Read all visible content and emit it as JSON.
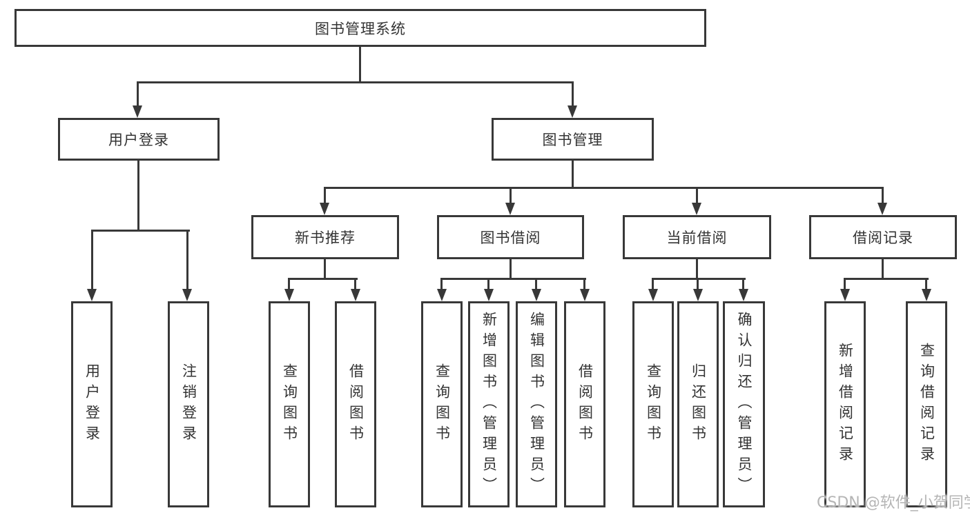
{
  "tree": {
    "root": {
      "label": "图书管理系统"
    },
    "branches": [
      {
        "label": "用户登录",
        "children": [
          {
            "label": "用户登录"
          },
          {
            "label": "注销登录"
          }
        ]
      },
      {
        "label": "图书管理",
        "children": [
          {
            "label": "新书推荐",
            "children": [
              {
                "label": "查询图书"
              },
              {
                "label": "借阅图书"
              }
            ]
          },
          {
            "label": "图书借阅",
            "children": [
              {
                "label": "查询图书"
              },
              {
                "label": "新增图书（管理员）"
              },
              {
                "label": "编辑图书（管理员）"
              },
              {
                "label": "借阅图书"
              }
            ]
          },
          {
            "label": "当前借阅",
            "children": [
              {
                "label": "查询图书"
              },
              {
                "label": "归还图书"
              },
              {
                "label": "确认归还（管理员）"
              }
            ]
          },
          {
            "label": "借阅记录",
            "children": [
              {
                "label": "新增借阅记录"
              },
              {
                "label": "查询借阅记录"
              }
            ]
          }
        ]
      }
    ]
  },
  "watermark": {
    "text": "CSDN @软件_小贺同学"
  },
  "colors": {
    "line": "#383838",
    "text": "#333333",
    "watermark": "#b5b5b5",
    "background": "#ffffff"
  }
}
